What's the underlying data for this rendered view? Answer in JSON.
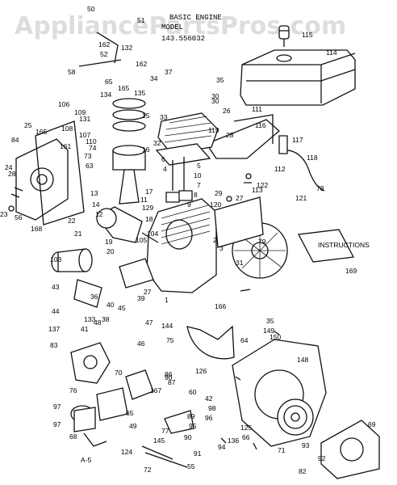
{
  "watermark": "AppliancePartsPros.com",
  "title": {
    "line1": "BASIC ENGINE",
    "line2": "MODEL",
    "line3": "143.556032"
  },
  "page_ref": "A-5",
  "callouts": [
    "50",
    "51",
    "162",
    "52",
    "58",
    "132",
    "162",
    "37",
    "35",
    "115",
    "114",
    "65",
    "134",
    "165",
    "135",
    "34",
    "30",
    "111",
    "106",
    "109",
    "131",
    "108",
    "110",
    "25",
    "165",
    "84",
    "161",
    "74",
    "73",
    "63",
    "107",
    "24",
    "28",
    "15",
    "33",
    "119",
    "28",
    "116",
    "117",
    "112",
    "118",
    "32",
    "6",
    "5",
    "10",
    "7",
    "8",
    "9",
    "4",
    "16",
    "17",
    "13",
    "14",
    "12",
    "18",
    "27",
    "113",
    "30",
    "122",
    "78",
    "121",
    "11",
    "129",
    "120",
    "22",
    "21",
    "104",
    "19",
    "20",
    "105",
    "2",
    "3",
    "79",
    "31",
    "103",
    "169",
    "43",
    "44",
    "137",
    "41",
    "36",
    "40",
    "38",
    "48",
    "45",
    "39",
    "166",
    "1",
    "144",
    "35",
    "149",
    "150",
    "83",
    "46",
    "75",
    "64",
    "148",
    "70",
    "76",
    "167",
    "86",
    "87",
    "60",
    "42",
    "98",
    "96",
    "126",
    "97",
    "65",
    "49",
    "89",
    "95",
    "97",
    "77",
    "90",
    "94",
    "136",
    "66",
    "125",
    "69",
    "68",
    "124",
    "145",
    "91",
    "55",
    "93",
    "92",
    "71",
    "72",
    "82",
    "56",
    "168",
    "23",
    "26",
    "133",
    "29",
    "47",
    "27",
    "90",
    "36",
    "42"
  ],
  "instruction_booklet_label": "INSTRUCTIONS"
}
